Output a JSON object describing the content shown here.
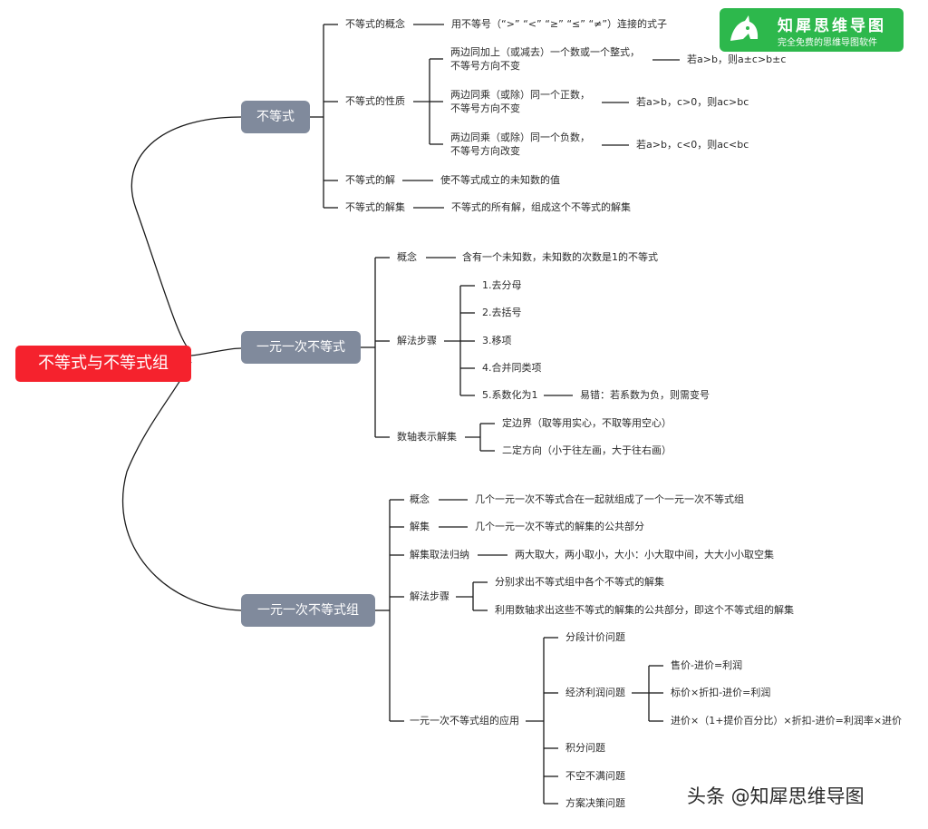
{
  "root": "不等式与不等式组",
  "branches": {
    "b1": "不等式",
    "b2": "一元一次不等式",
    "b3": "一元一次不等式组"
  },
  "ineq": {
    "concept_label": "不等式的概念",
    "concept_text": "用不等号（“>” “<” “≥” “≤” “≠”）连接的式子",
    "props_label": "不等式的性质",
    "prop1": "两边同加上（或减去）一个数或一个整式，\n不等号方向不变",
    "prop1_eg": "若a>b，则a±c>b±c",
    "prop2": "两边同乘（或除）同一个正数，\n不等号方向不变",
    "prop2_eg": "若a>b，c>0，则ac>bc",
    "prop3": "两边同乘（或除）同一个负数，\n不等号方向改变",
    "prop3_eg": "若a>b，c<0，则ac<bc",
    "sol_label": "不等式的解",
    "sol_text": "使不等式成立的未知数的值",
    "solset_label": "不等式的解集",
    "solset_text": "不等式的所有解，组成这个不等式的解集"
  },
  "linear": {
    "concept_label": "概念",
    "concept_text": "含有一个未知数，未知数的次数是1的不等式",
    "steps_label": "解法步骤",
    "steps": [
      "1.去分母",
      "2.去括号",
      "3.移项",
      "4.合并同类项",
      "5.系数化为1"
    ],
    "step5_note": "易错：若系数为负，则需变号",
    "axis_label": "数轴表示解集",
    "axis": [
      "定边界（取等用实心，不取等用空心）",
      "二定方向（小于往左画，大于往右画）"
    ]
  },
  "system": {
    "concept_label": "概念",
    "concept_text": "几个一元一次不等式合在一起就组成了一个一元一次不等式组",
    "solset_label": "解集",
    "solset_text": "几个一元一次不等式的解集的公共部分",
    "rule_label": "解集取法归纳",
    "rule_text": "两大取大，两小取小，大小：小大取中间，大大小小取空集",
    "steps_label": "解法步骤",
    "steps": [
      "分别求出不等式组中各个不等式的解集",
      "利用数轴求出这些不等式的解集的公共部分，即这个不等式组的解集"
    ],
    "app_label": "一元一次不等式组的应用",
    "apps": {
      "a1": "分段计价问题",
      "a2": "经济利润问题",
      "a2_sub": [
        "售价-进价=利润",
        "标价×折扣-进价=利润",
        "进价×（1+提价百分比）×折扣-进价=利润率×进价"
      ],
      "a3": "积分问题",
      "a4": "不空不满问题",
      "a5": "方案决策问题"
    }
  },
  "brand": {
    "title": "知犀思维导图",
    "subtitle": "完全免费的思维导图软件",
    "logo_icon": "rhino-logo-icon"
  },
  "watermark": "头条 @知犀思维导图",
  "colors": {
    "root": "#f5222d",
    "branch": "#808a9c",
    "brand": "#2db84c",
    "line": "#1a1a1a"
  }
}
